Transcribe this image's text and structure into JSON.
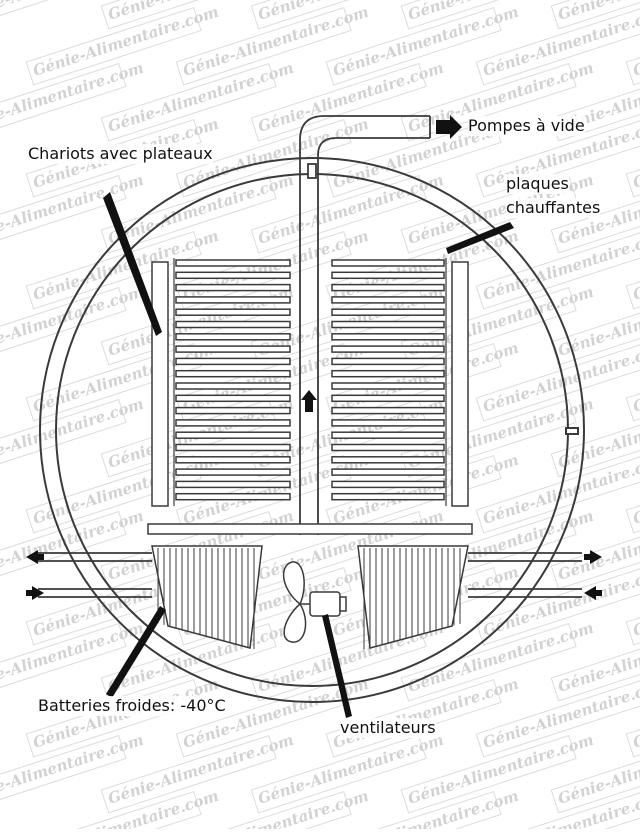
{
  "watermark": {
    "text": "Génie-Alimentaire.com"
  },
  "labels": {
    "pump": "Pompes à vide",
    "trolleys": "Chariots avec plateaux",
    "plates_line1": "plaques",
    "plates_line2": "chauffantes",
    "batteries": "Batteries froides: -40°C",
    "fans": "ventilateurs"
  },
  "colors": {
    "line": "#3a3a3a",
    "pointer": "#111111",
    "watermark": "#d2d2d2"
  }
}
